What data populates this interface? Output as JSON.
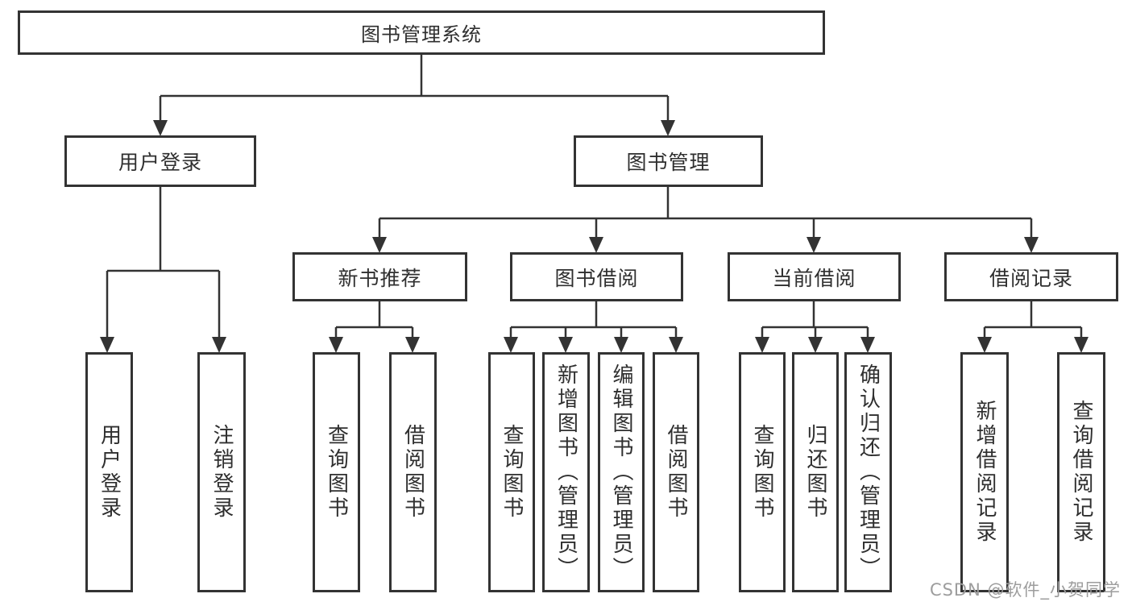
{
  "diagram_type": "hierarchy-tree",
  "colors": {
    "line": "#333333",
    "box_border": "#333333",
    "box_fill": "#ffffff",
    "text": "#2f2f2f",
    "watermark": "#9d9d9d",
    "background": "#ffffff"
  },
  "nodes": {
    "root": "图书管理系统",
    "user_login": "用户登录",
    "book_management": "图书管理",
    "new_book_recommend": "新书推荐",
    "book_borrowing": "图书借阅",
    "current_borrowing": "当前借阅",
    "borrowing_records": "借阅记录",
    "leaf_user_login": "用户登录",
    "leaf_logout": "注销登录",
    "leaf_query_books_a": "查询图书",
    "leaf_borrow_books_a": "借阅图书",
    "leaf_query_books_b": "查询图书",
    "leaf_add_books_admin": "新增图书（管理员）",
    "leaf_edit_books_admin": "编辑图书（管理员）",
    "leaf_borrow_books_b": "借阅图书",
    "leaf_query_books_c": "查询图书",
    "leaf_return_books": "归还图书",
    "leaf_confirm_return_admin": "确认归还（管理员）",
    "leaf_add_borrow_record": "新增借阅记录",
    "leaf_query_borrow_record": "查询借阅记录"
  },
  "hierarchy": {
    "图书管理系统": {
      "用户登录": [
        "用户登录",
        "注销登录"
      ],
      "图书管理": {
        "新书推荐": [
          "查询图书",
          "借阅图书"
        ],
        "图书借阅": [
          "查询图书",
          "新增图书（管理员）",
          "编辑图书（管理员）",
          "借阅图书"
        ],
        "当前借阅": [
          "查询图书",
          "归还图书",
          "确认归还（管理员）"
        ],
        "借阅记录": [
          "新增借阅记录",
          "查询借阅记录"
        ]
      }
    }
  },
  "watermark": "CSDN @软件_小贺同学"
}
